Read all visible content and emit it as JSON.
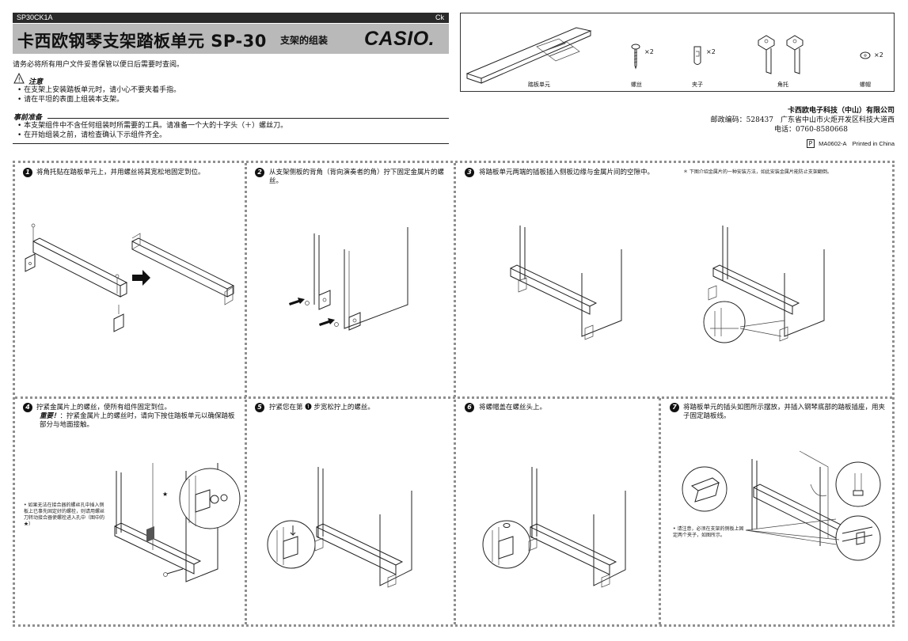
{
  "header": {
    "model_code": "SP30CK1A",
    "lang": "Ck",
    "title": "卡西欧钢琴支架踏板单元 SP-30",
    "subtitle": "支架的组装",
    "logo": "CASIO."
  },
  "intro": "请务必将所有用户文件妥善保管以便日后需要时查阅。",
  "caution": {
    "title": "注意",
    "items": [
      "在支架上安装踏板单元时，请小心不要夹着手指。",
      "请在平坦的表面上组装本支架。"
    ]
  },
  "prep": {
    "title": "事前准备",
    "items": [
      "本支架组件中不含任何组装时所需要的工具。请准备一个大的十字头（＋）螺丝刀。",
      "在开始组装之前，请检查确认下示组件齐全。"
    ]
  },
  "parts": [
    {
      "label": "踏板单元",
      "qty": "",
      "icon": "pedal-unit-icon"
    },
    {
      "label": "螺丝",
      "qty": "×2",
      "icon": "screw-icon"
    },
    {
      "label": "夹子",
      "qty": "×2",
      "icon": "clip-icon"
    },
    {
      "label": "角托",
      "qty": "",
      "icon": "bracket-icon"
    },
    {
      "label": "螺帽",
      "qty": "×2",
      "icon": "screw-cap-icon"
    }
  ],
  "company": {
    "name": "卡西欧电子科技（中山）有限公司",
    "address": "邮政编码：528437　广东省中山市火炬开发区科技大道西",
    "phone": "电话：0760-8580668",
    "print_badge": "P",
    "print_info": "MA0602-A　Printed in China"
  },
  "steps": [
    {
      "num": "1",
      "text": "将角托贴在踏板单元上，并用螺丝将其宽松地固定到位。"
    },
    {
      "num": "2",
      "text": "从支架侧板的背角（背向演奏者的角）拧下固定金属片的螺丝。"
    },
    {
      "num": "3",
      "text": "将踏板单元两端的插板插入侧板边缘与金属片间的空隙中。",
      "note": "＊ 下图介绍金属片的一种安装方法，如此安装金属片能防止支架翻倒。"
    },
    {
      "num": "4",
      "text": "拧紧金属片上的螺丝，使所有组件固定到位。",
      "important_label": "重要！",
      "important": "：拧紧金属片上的螺丝时，请向下按住踏板单元以确保踏板部分与地面接触。",
      "side_note": "如果无法在接合器的螺丝孔中插入侧板上已事先固定好的螺栓，则请用螺丝刀转动接合器使螺栓进入孔中（图中的★）",
      "star": "★"
    },
    {
      "num": "5",
      "text": "拧紧您在第 ❶ 步宽松拧上的螺丝。"
    },
    {
      "num": "6",
      "text": "将螺帽盖在螺丝头上。"
    },
    {
      "num": "7",
      "text": "将踏板单元的插头如图所示摆放，并插入钢琴底部的踏板插座，用夹子固定踏板线。",
      "side_note": "请注意，必须在支架的侧板上固定两个夹子，如图所示。"
    }
  ]
}
